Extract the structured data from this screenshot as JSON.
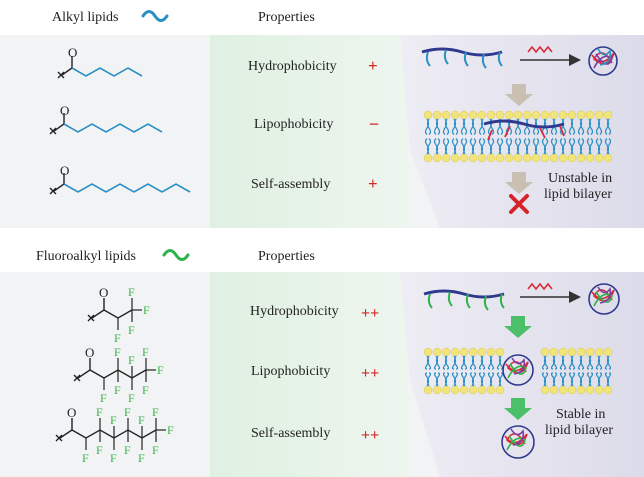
{
  "colors": {
    "alkyl_chain": "#2a8fc4",
    "fluoro_chain": "#2db34a",
    "fluorine": "#3bb54a",
    "plus_minus": "#d42a2a",
    "band_left": "#f2f3f5",
    "band_mid": "#e4f1e5",
    "band_right": "#e3e2ee",
    "head": "#f1e47a",
    "arrow": "#c9bfb2",
    "green_arrow": "#4cbf6a",
    "cross": "#d6232a",
    "dna": "#d82a3a"
  },
  "top": {
    "header": "Alkyl lipids",
    "properties_header": "Properties",
    "properties": [
      {
        "name": "Hydrophobicity",
        "sign": "+"
      },
      {
        "name": "Lipophobicity",
        "sign": "−"
      },
      {
        "name": "Self-assembly",
        "sign": "+"
      }
    ],
    "result_line1": "Unstable in",
    "result_line2": "lipid bilayer",
    "carbonyl": "O"
  },
  "bottom": {
    "header": "Fluoroalkyl lipids",
    "properties_header": "Properties",
    "properties": [
      {
        "name": "Hydrophobicity",
        "sign": "++"
      },
      {
        "name": "Lipophobicity",
        "sign": "++"
      },
      {
        "name": "Self-assembly",
        "sign": "++"
      }
    ],
    "result_line1": "Stable in",
    "result_line2": "lipid bilayer",
    "carbonyl": "O",
    "fluorine": "F"
  }
}
